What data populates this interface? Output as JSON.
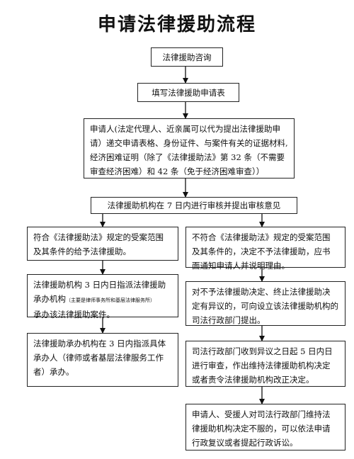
{
  "title": "申请法律援助流程",
  "steps": {
    "consult": "法律援助咨询",
    "fill_form": "填写法律援助申请表",
    "submit_line1": "申请人(法定代理人、近亲属可以代为提出法律援助申",
    "submit_line2": "请）递交申请表格、身份证件、与案件有关的证据材料,",
    "submit_line3": "经济困难证明（除了《法律援助法》第 32 条（不需要",
    "submit_line4": "审查经济困难）和 42 条（免于经济困难审查））",
    "review": "法律援助机构在 7 日内进行审核并提出审核意见"
  },
  "left": {
    "eligible_line1": "符合《法律援助法》规定的受案范围",
    "eligible_line2": "及其条件的给予法律援助。",
    "assign_line1": "法律援助机构 3 日内日指派法律援助",
    "assign_line2": "承办机构",
    "assign_note": "（主要是律师事务所和基层法律服务所）",
    "assign_line3": "承办该法律援助案件。",
    "handle_line1": "法律援助承办机构在 3 日内指派具体",
    "handle_line2": "承办人（律师或者基层法律服务工作",
    "handle_line3": "者）承办。"
  },
  "right": {
    "ineligible_line1": "不符合《法律援助法》规定的受案范围",
    "ineligible_line2": "及其条件的，决定不予法律援助，应书",
    "ineligible_line3": "面通知申请人并说明理由。",
    "objection_line1": "对不予法律援助决定、终止法律援助决",
    "objection_line2": "定有异议的，可向设立该法律援助机构的",
    "objection_line3": "司法行政部门提出。",
    "judicial_line1": "司法行政部门收到异议之日起 5 日内日",
    "judicial_line2": "进行审查，作出维持法律援助机构决定",
    "judicial_line3": "或者责令法律援助机构改正决定。",
    "litigation_line1": "申请人、受援人对司法行政部门维持法",
    "litigation_line2": "律援助机构决定不服的，可以依法申请",
    "litigation_line3": "行政复议或者提起行政诉讼。"
  }
}
